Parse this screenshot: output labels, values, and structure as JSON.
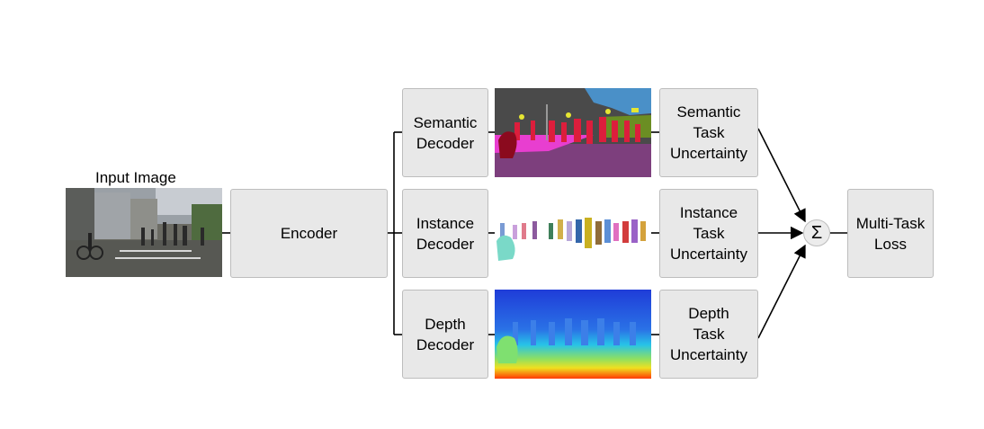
{
  "input": {
    "caption": "Input Image"
  },
  "encoder": {
    "label": "Encoder"
  },
  "decoders": [
    {
      "label": "Semantic\nDecoder"
    },
    {
      "label": "Instance\nDecoder"
    },
    {
      "label": "Depth\nDecoder"
    }
  ],
  "uncertainties": [
    {
      "label": "Semantic\nTask\nUncertainty"
    },
    {
      "label": "Instance\nTask\nUncertainty"
    },
    {
      "label": "Depth\nTask\nUncertainty"
    }
  ],
  "sum": {
    "symbol": "Σ"
  },
  "loss": {
    "label": "Multi-Task\nLoss"
  },
  "colors": {
    "box_fill": "#e8e8e8",
    "box_border": "#bdbdbd",
    "line": "#000000",
    "semantic_sky": "#4a90c8",
    "semantic_road": "#7d3f7d",
    "semantic_sidewalk": "#e83ed0",
    "semantic_building": "#4a4a4a",
    "semantic_person": "#dc1e3c",
    "semantic_sign": "#e6e632",
    "semantic_vegetation": "#6b8e23",
    "semantic_car": "#8b0a1e",
    "depth_far": "#1f3cd8",
    "depth_mid": "#27c3e8",
    "depth_near": "#f0e020",
    "depth_closest": "#ff3a00"
  }
}
